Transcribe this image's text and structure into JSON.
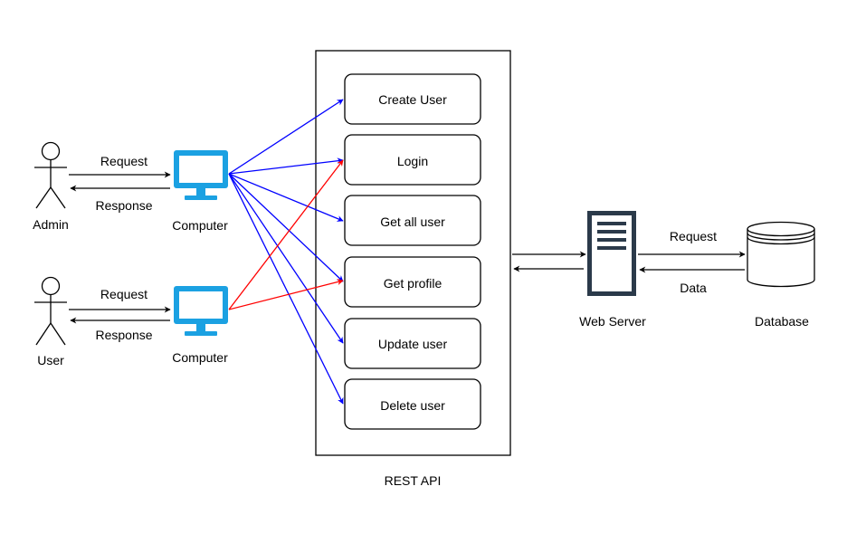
{
  "actors": {
    "admin": "Admin",
    "user": "User"
  },
  "computers": {
    "admin_computer": "Computer",
    "user_computer": "Computer"
  },
  "messages": {
    "admin_request": "Request",
    "admin_response": "Response",
    "user_request": "Request",
    "user_response": "Response",
    "server_request": "Request",
    "server_data": "Data"
  },
  "rest_api": {
    "title": "REST API",
    "endpoints": [
      "Create User",
      "Login",
      "Get all user",
      "Get profile",
      "Update user",
      "Delete user"
    ]
  },
  "web_server": "Web Server",
  "database": "Database",
  "colors": {
    "computer": "#1BA1E2",
    "admin_flow": "#0000FF",
    "user_flow": "#FF0000",
    "server": "#2B3A4A",
    "line": "#000000"
  },
  "icons": {
    "actor": "person-stick-figure-icon",
    "computer": "desktop-monitor-icon",
    "server": "server-tower-icon",
    "database": "database-cylinder-icon"
  }
}
